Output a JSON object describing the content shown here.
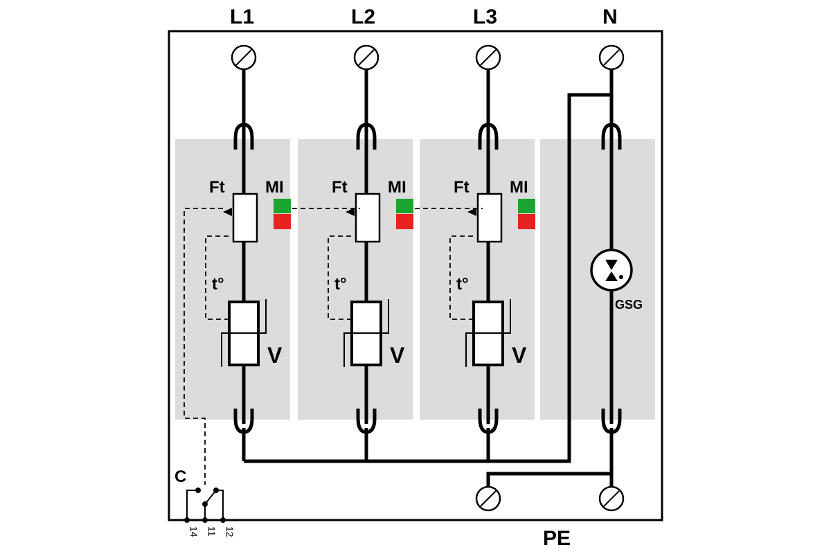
{
  "terminals": {
    "top": [
      "L1",
      "L2",
      "L3",
      "N"
    ],
    "bottom": "PE"
  },
  "modules": [
    {
      "fuse_label": "Ft",
      "indicator_label": "MI",
      "thermal_label": "t°",
      "varistor_label": "V"
    },
    {
      "fuse_label": "Ft",
      "indicator_label": "MI",
      "thermal_label": "t°",
      "varistor_label": "V"
    },
    {
      "fuse_label": "Ft",
      "indicator_label": "MI",
      "thermal_label": "t°",
      "varistor_label": "V"
    }
  ],
  "neutral_module": {
    "gap_label": "GSG"
  },
  "contact": {
    "label": "C",
    "pins": [
      "14",
      "11",
      "12"
    ]
  },
  "colors": {
    "panel": "#dcdcdc",
    "indicator_ok": "#1aa531",
    "indicator_fault": "#e8231f"
  }
}
